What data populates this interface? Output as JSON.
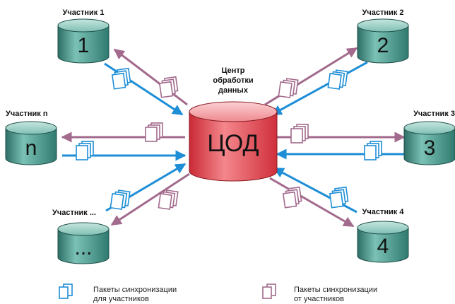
{
  "center": {
    "title_line1": "Центр",
    "title_line2": "обработки",
    "title_line3": "данных",
    "label": "ЦОД"
  },
  "participants": [
    {
      "name": "Участник 1",
      "symbol": "1"
    },
    {
      "name": "Участник 2",
      "symbol": "2"
    },
    {
      "name": "Участник n",
      "symbol": "n"
    },
    {
      "name": "Участник 3",
      "symbol": "3"
    },
    {
      "name": "Участник ...",
      "symbol": "..."
    },
    {
      "name": "Участник 4",
      "symbol": "4"
    }
  ],
  "legend": {
    "outgoing_line1": "Пакеты синхронизации",
    "outgoing_line2": "для участников",
    "incoming_line1": "Пакеты синхронизации",
    "incoming_line2": "от участников"
  },
  "colors": {
    "cylinder_teal": "#3f8e84",
    "center_red": "#e8404a",
    "arrow_blue": "#1e8ed6",
    "arrow_mauve": "#a26a8c"
  }
}
